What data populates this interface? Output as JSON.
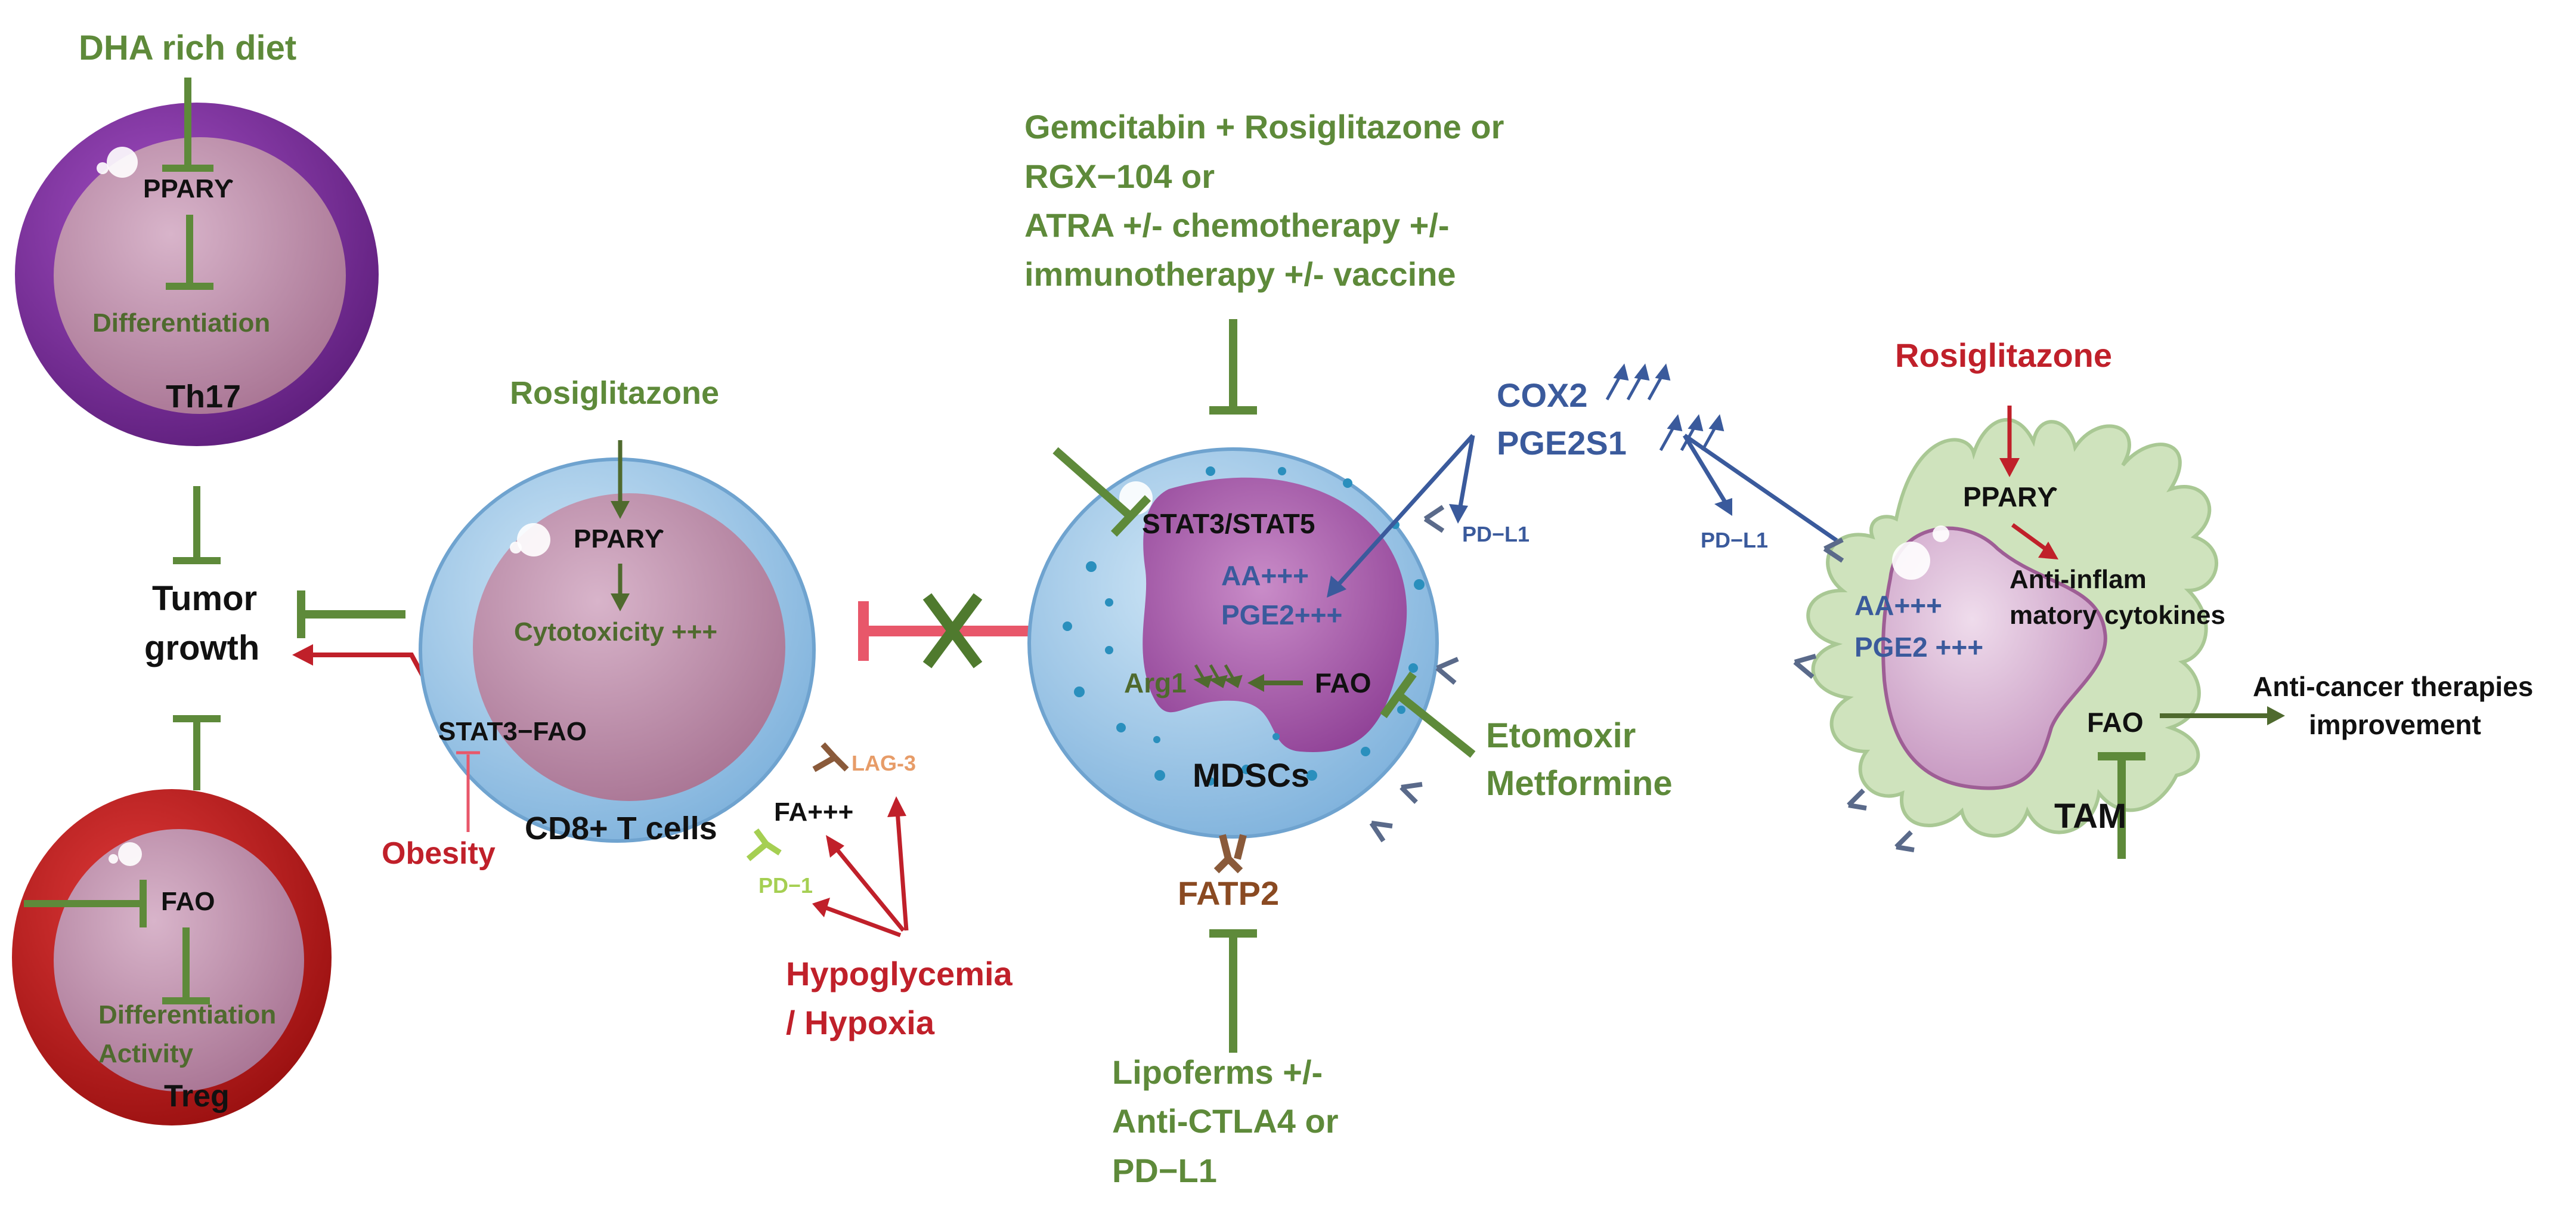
{
  "labels": {
    "dha_diet": "DHA rich diet",
    "th17_ppar": "PPARƳ",
    "th17_diff": "Differentiation",
    "th17_name": "Th17",
    "tumor_growth_1": "Tumor",
    "tumor_growth_2": "growth",
    "treg_fao": "FAO",
    "treg_diff": "Differentiation",
    "treg_activity": "Activity",
    "treg_name": "Treg",
    "rosi_cd8": "Rosiglitazone",
    "cd8_ppar": "PPARƳ",
    "cd8_cyto": "Cytotoxicity +++",
    "cd8_stat3": "STAT3−FAO",
    "cd8_name": "CD8+ T cells",
    "obesity": "Obesity",
    "lag3": "LAG-3",
    "fa": "FA+++",
    "pd1": "PD−1",
    "hypo_1": "Hypoglycemia",
    "hypo_2": "/ Hypoxia",
    "gem_1": "Gemcitabin + Rosiglitazone or",
    "gem_2": "RGX−104 or",
    "gem_3": "ATRA +/- chemotherapy +/-",
    "gem_4": "immunotherapy +/- vaccine",
    "mdsc_stat": "STAT3/STAT5",
    "mdsc_aa": "AA+++",
    "mdsc_pge2": "PGE2+++",
    "mdsc_arg1": "Arg1",
    "mdsc_fao": "FAO",
    "mdsc_name": "MDSCs",
    "fatp2": "FATP2",
    "lipo_1": "Lipoferms +/-",
    "lipo_2": "Anti-CTLA4 or",
    "lipo_3": "PD−L1",
    "etomoxir": "Etomoxir",
    "metformine": "Metformine",
    "cox2": "COX2",
    "pge2s1": "PGE2S1",
    "pdl1_mdsc": "PD−L1",
    "pdl1_tam": "PD−L1",
    "rosi_tam": "Rosiglitazone",
    "tam_ppar": "PPARƳ",
    "tam_anti_1": "Anti-inflam",
    "tam_anti_2": "matory cytokines",
    "tam_aa": "AA+++",
    "tam_pge2": "PGE2 +++",
    "tam_fao": "FAO",
    "tam_name": "TAM",
    "anticancer_1": "Anti-cancer therapies",
    "anticancer_2": "improvement"
  },
  "colors": {
    "green": "#5e8a3a",
    "red": "#c0202a",
    "blue": "#3a5a9c",
    "pink_inhibit": "#e8576a",
    "th17_outer": "#7a2f9a",
    "treg_outer": "#c41e1e",
    "nucleus": "#b98aa8",
    "cell_blue": "#9ec8e8",
    "tam_green": "#cfe3bd"
  }
}
